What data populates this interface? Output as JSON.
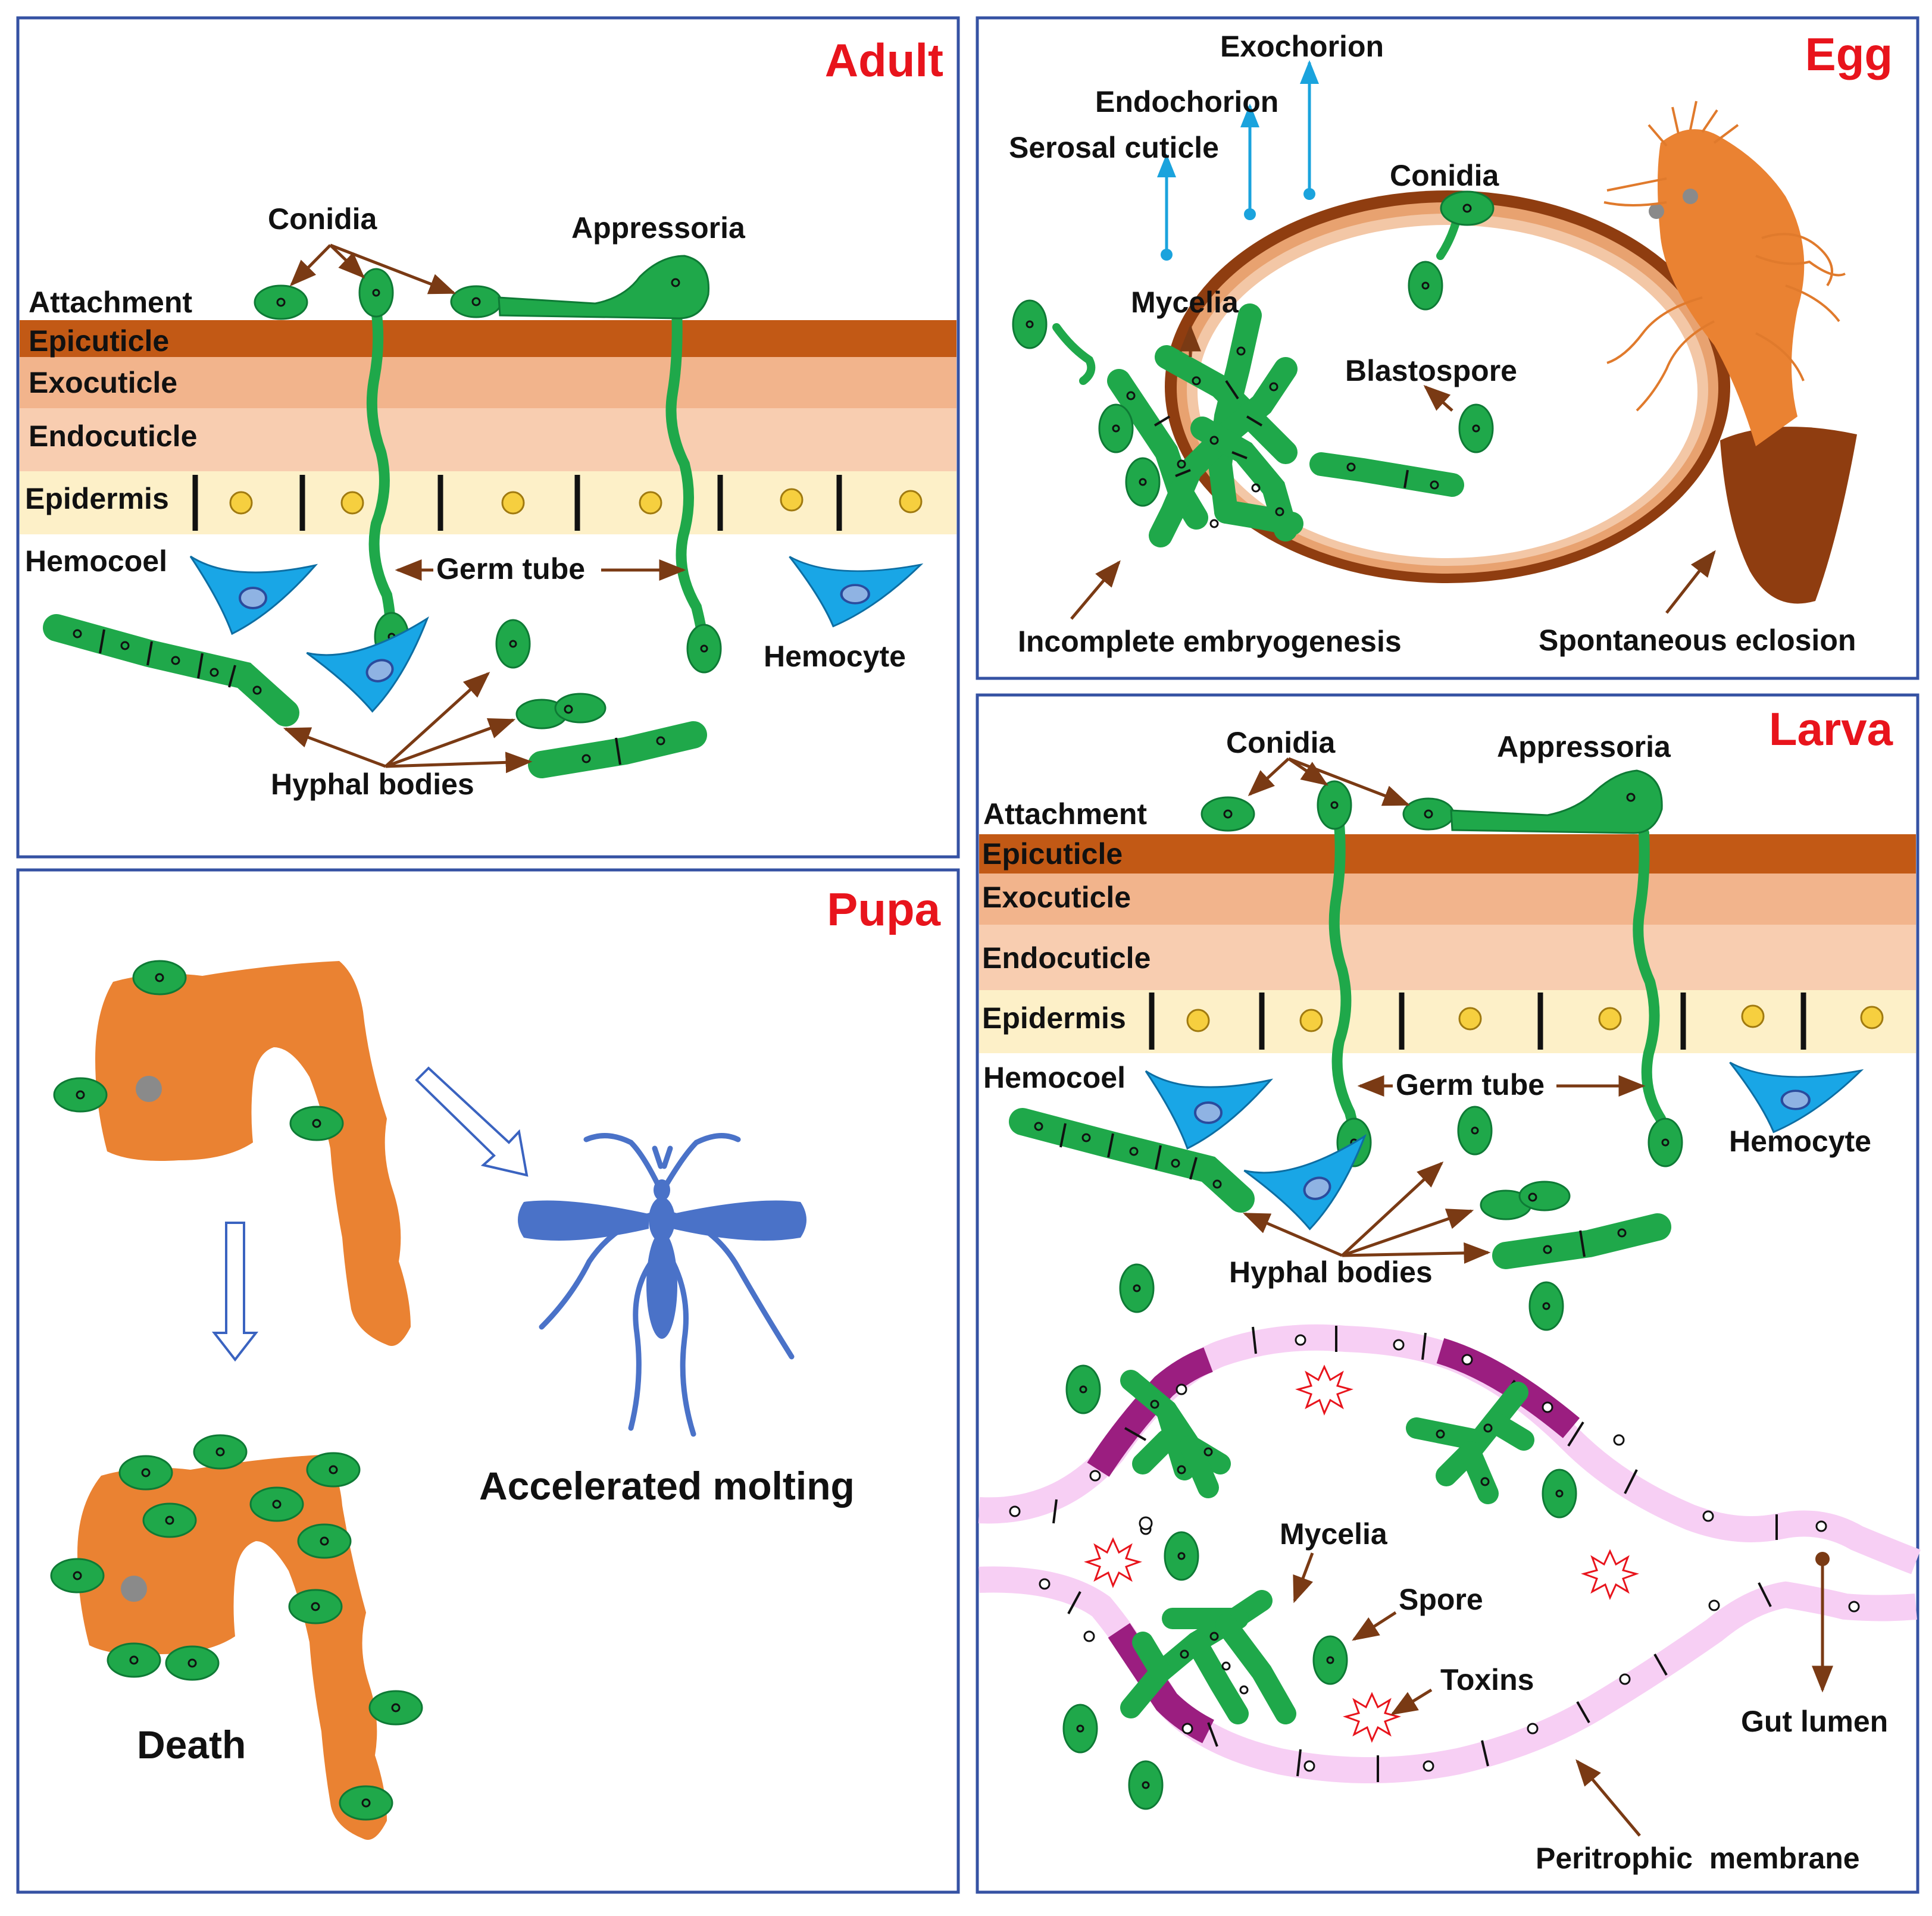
{
  "colors": {
    "frame": "#3552a3",
    "title": "#e8141c",
    "fungus": "#1fa84a",
    "fungus_dark": "#0e7a35",
    "epicuticle": "#c25915",
    "exocuticle": "#f2b48c",
    "endocuticle": "#f8cdb0",
    "epidermis": "#fdf0c8",
    "hemocyte": "#19a6e6",
    "insect": "#ea8232",
    "egg_shell": "#8f3d10",
    "mosquito": "#4a72c8",
    "arrow": "#7a3a14",
    "blue_arrow": "#1aa3dd",
    "membrane": "#f7cff4",
    "membrane_dark": "#9b1e80"
  },
  "adult": {
    "title": "Adult",
    "conidia": "Conidia",
    "appressoria": "Appressoria",
    "attachment": "Attachment",
    "epicuticle": "Epicuticle",
    "exocuticle": "Exocuticle",
    "endocuticle": "Endocuticle",
    "epidermis": "Epidermis",
    "hemocoel": "Hemocoel",
    "germ_tube": "Germ tube",
    "hemocyte": "Hemocyte",
    "hyphal_bodies": "Hyphal bodies"
  },
  "egg": {
    "title": "Egg",
    "exochorion": "Exochorion",
    "endochorion": "Endochorion",
    "serosal_cuticle": "Serosal cuticle",
    "conidia": "Conidia",
    "mycelia": "Mycelia",
    "blastospore": "Blastospore",
    "incomplete_embryogenesis": "Incomplete embryogenesis",
    "spontaneous_eclosion": "Spontaneous eclosion"
  },
  "pupa": {
    "title": "Pupa",
    "accelerated_molting": "Accelerated molting",
    "death": "Death"
  },
  "larva": {
    "title": "Larva",
    "conidia": "Conidia",
    "appressoria": "Appressoria",
    "attachment": "Attachment",
    "epicuticle": "Epicuticle",
    "exocuticle": "Exocuticle",
    "endocuticle": "Endocuticle",
    "epidermis": "Epidermis",
    "hemocoel": "Hemocoel",
    "germ_tube": "Germ tube",
    "hemocyte": "Hemocyte",
    "hyphal_bodies": "Hyphal bodies",
    "mycelia": "Mycelia",
    "spore": "Spore",
    "toxins": "Toxins",
    "gut_lumen": "Gut lumen",
    "peritrophic_membrane": "Peritrophic  membrane"
  }
}
